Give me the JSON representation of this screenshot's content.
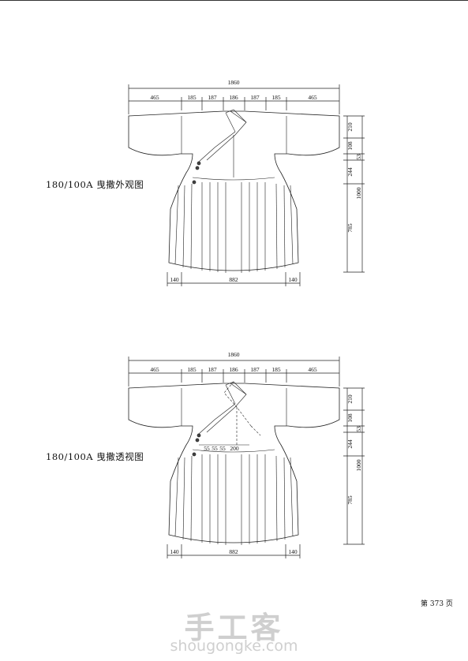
{
  "diagrams": [
    {
      "caption": "180/100A 曳撒外观图",
      "total_width": "1860",
      "top_segments": [
        "465",
        "185",
        "187",
        "186",
        "187",
        "185",
        "465"
      ],
      "side_dims": [
        "210",
        "108",
        "53",
        "244",
        "1000",
        "785"
      ],
      "bottom_dims": [
        "140",
        "882",
        "140"
      ],
      "inner_dims": []
    },
    {
      "caption": "180/100A 曳撒透视图",
      "total_width": "1860",
      "top_segments": [
        "465",
        "185",
        "187",
        "186",
        "187",
        "185",
        "465"
      ],
      "side_dims": [
        "210",
        "108",
        "53",
        "244",
        "1000",
        "785"
      ],
      "bottom_dims": [
        "140",
        "882",
        "140"
      ],
      "inner_dims": [
        "55",
        "55",
        "55",
        "200"
      ]
    }
  ],
  "page_number": "第 373 页",
  "watermark": {
    "title": "手工客",
    "url": "shougongke.com"
  }
}
